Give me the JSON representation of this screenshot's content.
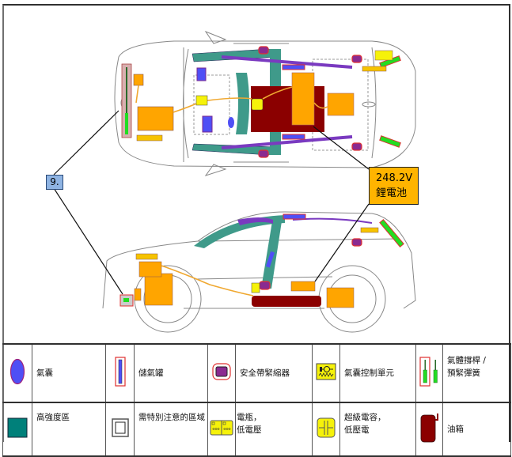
{
  "diagram": {
    "callouts": {
      "item_number": "9.",
      "battery": {
        "voltage": "248.2V",
        "label": "鋰電池"
      }
    }
  },
  "legend": {
    "rows": [
      [
        {
          "icon": "airbag-icon",
          "label": "氣囊"
        },
        {
          "icon": "gas-cylinder-icon",
          "label": "儲氣罐"
        },
        {
          "icon": "seatbelt-pretensioner-icon",
          "label": "安全帶緊縮器"
        },
        {
          "icon": "airbag-control-unit-icon",
          "label": "氣囊控制單元"
        },
        {
          "icon": "gas-strut-icon",
          "label_line1": "氣體撐桿 /",
          "label_line2": "預緊彈簧"
        }
      ],
      [
        {
          "icon": "high-strength-zone-icon",
          "label": "高強度區"
        },
        {
          "icon": "special-attention-zone-icon",
          "label": "需特別注意的區域"
        },
        {
          "icon": "battery-low-voltage-icon",
          "label_line1": "電瓶，",
          "label_line2": "低電壓"
        },
        {
          "icon": "supercapacitor-icon",
          "label_line1": "超級電容，",
          "label_line2": "低壓電"
        },
        {
          "icon": "fuel-tank-icon",
          "label": "油箱"
        }
      ]
    ]
  },
  "colors": {
    "airbag": "#4f4ff5",
    "airbag_outline": "#a0227a",
    "high_strength": "#00807a",
    "high_strength_light": "#3f9a8a",
    "seatbelt": "#8a2a90",
    "red_outline": "#e03030",
    "hv_orange": "#ffa500",
    "yellow": "#f6f20a",
    "fuel_tank": "#8b0000",
    "strut_green": "#22dd22",
    "callout_blue": "#8fb4e3",
    "callout_orange": "#ffb400",
    "cable": "#f0a830"
  }
}
